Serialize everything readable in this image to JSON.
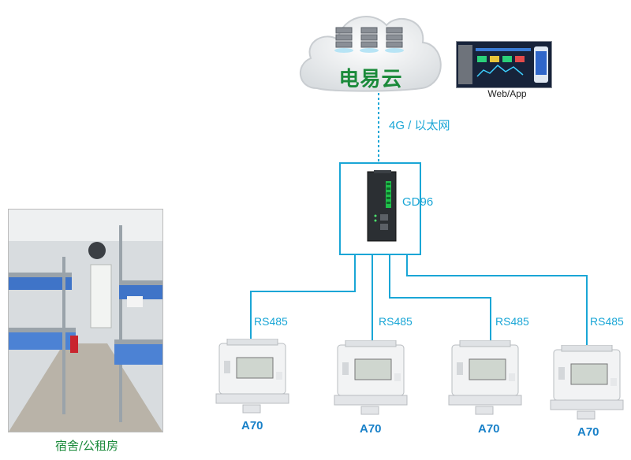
{
  "cloud": {
    "title": "电易云"
  },
  "webapp": {
    "caption": "Web/App"
  },
  "network": {
    "label": "4G / 以太网"
  },
  "gateway": {
    "label": "GD96"
  },
  "meters": [
    {
      "bus": "RS485",
      "name": "A70"
    },
    {
      "bus": "RS485",
      "name": "A70"
    },
    {
      "bus": "RS485",
      "name": "A70"
    },
    {
      "bus": "RS485",
      "name": "A70"
    }
  ],
  "scene": {
    "caption": "宿舍/公租房"
  },
  "colors": {
    "line": "#1aa6d6",
    "cloud_text": "#1a8a3a",
    "meter_label": "#1880c8"
  }
}
